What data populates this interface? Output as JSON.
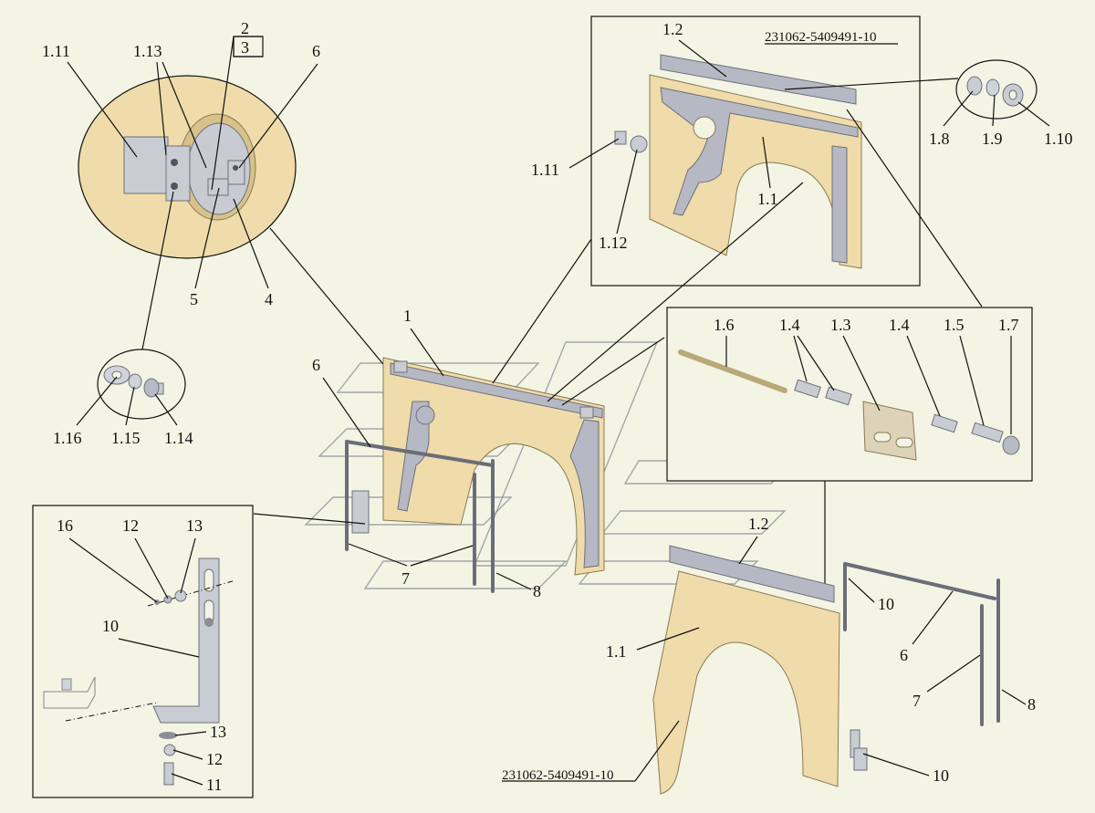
{
  "codes": {
    "top_right": "231062-5409491-10",
    "bottom": "231062-5409491-10"
  },
  "labels": {
    "d_1_11": "1.11",
    "d_1_13": "1.13",
    "d_2": "2",
    "d_3": "3",
    "d_6": "6",
    "d_5": "5",
    "d_4": "4",
    "w_1_16": "1.16",
    "w_1_15": "1.15",
    "w_1_14": "1.14",
    "m_1": "1",
    "m_6": "6",
    "m_7": "7",
    "m_8": "8",
    "tr_1_2": "1.2",
    "tr_1_11": "1.11",
    "tr_1_12": "1.12",
    "tr_1_1": "1.1",
    "w2_1_8": "1.8",
    "w2_1_9": "1.9",
    "w2_1_10": "1.10",
    "h_1_6": "1.6",
    "h_1_4a": "1.4",
    "h_1_3": "1.3",
    "h_1_4b": "1.4",
    "h_1_5": "1.5",
    "h_1_7": "1.7",
    "bl_16": "16",
    "bl_12": "12",
    "bl_13": "13",
    "bl_10": "10",
    "bl_13b": "13",
    "bl_12b": "12",
    "bl_11": "11",
    "br_1_2": "1.2",
    "br_10": "10",
    "br_1_1": "1.1",
    "br_6": "6",
    "br_7": "7",
    "br_8": "8",
    "br_10b": "10"
  }
}
